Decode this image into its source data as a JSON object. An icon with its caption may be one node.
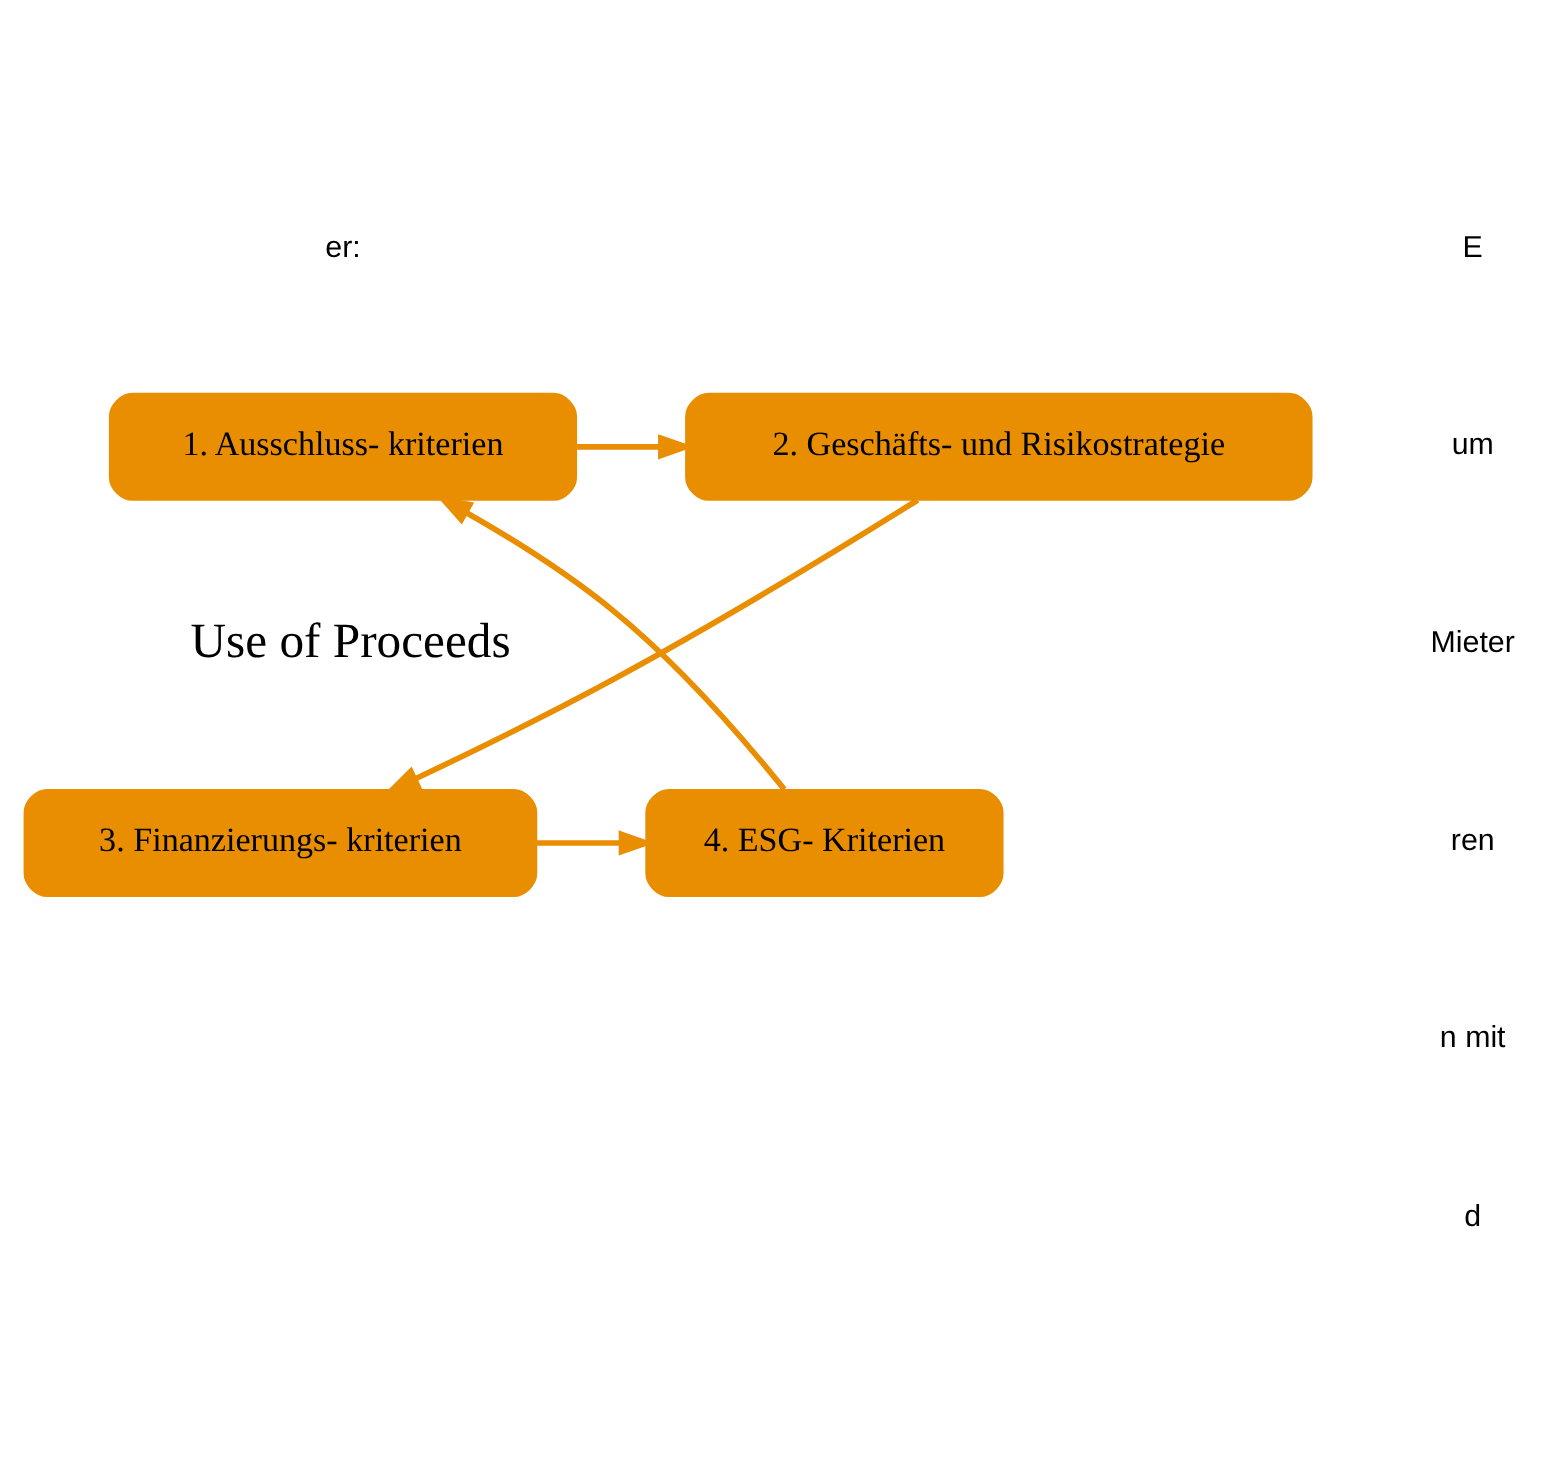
{
  "diagram": {
    "nodes": [
      {
        "text": [
          "1. Ausschluss- kriterien"
        ]
      },
      {
        "text": [
          "2. Geschäfts- und Risikostrategie"
        ]
      },
      {
        "text": [
          "3. Finanzierungs- kriterien"
        ]
      },
      {
        "text": [
          "4. ESG- Kriterien"
        ]
      }
    ],
    "edges": [
      {
        "from": 0,
        "to": 1,
        "arrow": "to"
      },
      {
        "from": 1,
        "to": 2,
        "arrow": "to"
      },
      {
        "from": 2,
        "to": 3,
        "arrow": "to"
      },
      {
        "from": 3,
        "to": 0,
        "arrow": "to"
      }
    ],
    "labels": [
      "er:",
      "Use of Proceeds",
      "E",
      "um",
      "Mieter",
      "ren",
      "n mit",
      "d"
    ]
  }
}
